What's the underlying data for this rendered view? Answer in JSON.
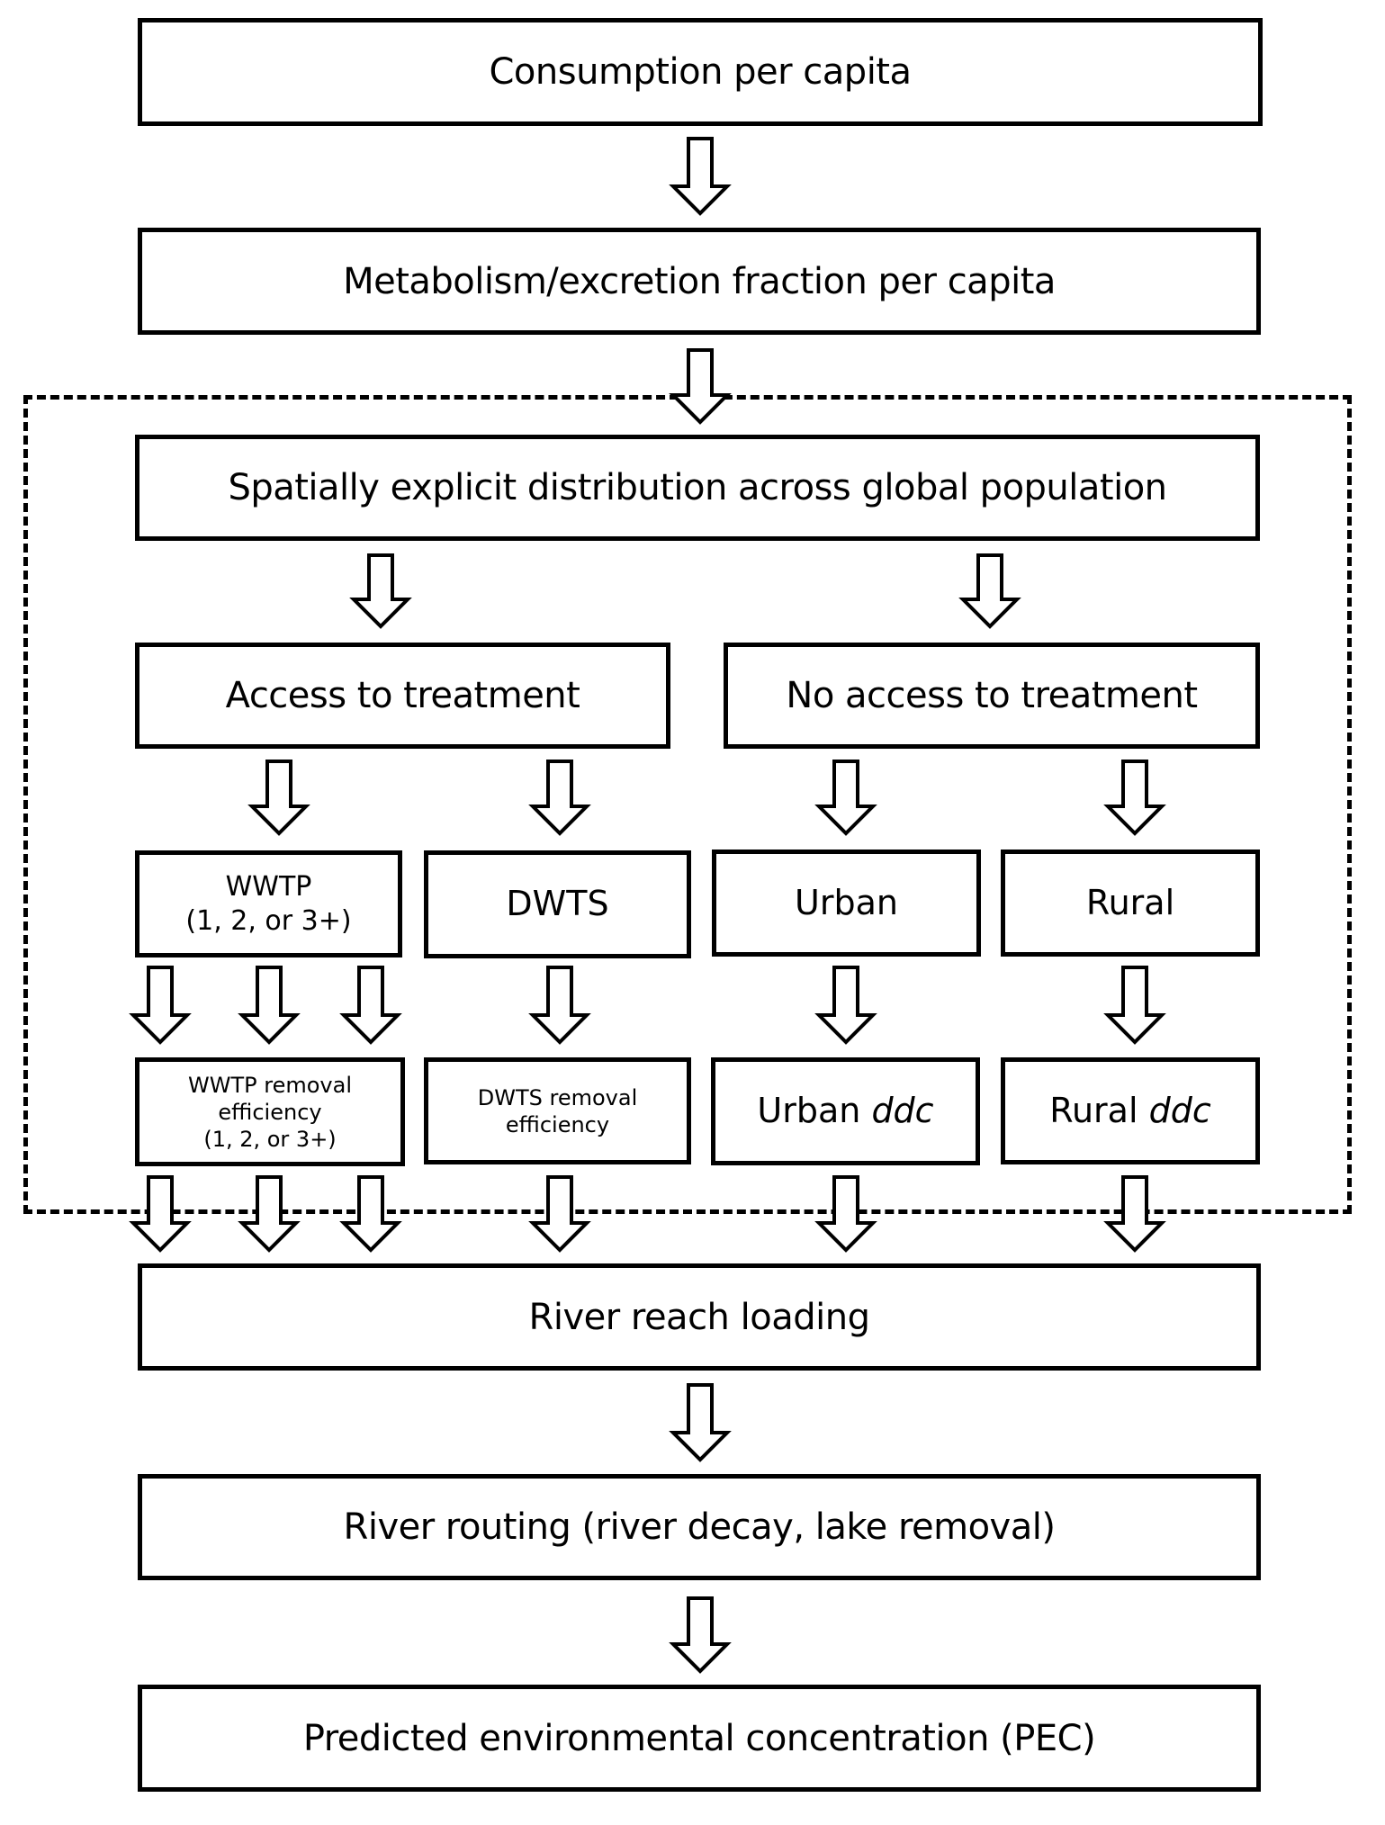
{
  "diagram": {
    "nodes": {
      "consumption": "Consumption per capita",
      "metabolism": "Metabolism/excretion fraction per capita",
      "spatial": "Spatially explicit distribution across global population",
      "access": "Access to treatment",
      "no_access": "No access to treatment",
      "wwtp_line1": "WWTP",
      "wwtp_line2": "(1, 2, or 3+)",
      "dwts": "DWTS",
      "urban": "Urban",
      "rural": "Rural",
      "wwtp_removal_line1": "WWTP removal",
      "wwtp_removal_line2": "efficiency",
      "wwtp_removal_line3": "(1, 2, or 3+)",
      "dwts_removal_line1": "DWTS removal",
      "dwts_removal_line2": "efficiency",
      "urban_ddc_prefix": "Urban",
      "urban_ddc_italic": "ddc",
      "rural_ddc_prefix": "Rural",
      "rural_ddc_italic": "ddc",
      "river_reach": "River reach loading",
      "river_routing": "River routing (river decay, lake removal)",
      "pec": "Predicted environmental concentration (PEC)"
    },
    "edges": [
      {
        "from": "consumption",
        "to": "metabolism"
      },
      {
        "from": "metabolism",
        "to": "spatial"
      },
      {
        "from": "spatial",
        "to": "access"
      },
      {
        "from": "spatial",
        "to": "no_access"
      },
      {
        "from": "access",
        "to": "wwtp"
      },
      {
        "from": "access",
        "to": "dwts"
      },
      {
        "from": "no_access",
        "to": "urban"
      },
      {
        "from": "no_access",
        "to": "rural"
      },
      {
        "from": "wwtp",
        "to": "wwtp_removal",
        "count": 3
      },
      {
        "from": "dwts",
        "to": "dwts_removal"
      },
      {
        "from": "urban",
        "to": "urban_ddc"
      },
      {
        "from": "rural",
        "to": "rural_ddc"
      },
      {
        "from": "wwtp_removal",
        "to": "river_reach",
        "count": 3
      },
      {
        "from": "dwts_removal",
        "to": "river_reach"
      },
      {
        "from": "urban_ddc",
        "to": "river_reach"
      },
      {
        "from": "rural_ddc",
        "to": "river_reach"
      },
      {
        "from": "river_reach",
        "to": "river_routing"
      },
      {
        "from": "river_routing",
        "to": "pec"
      }
    ],
    "group": {
      "style": "dashed",
      "contains": [
        "spatial",
        "access",
        "no_access",
        "wwtp",
        "dwts",
        "urban",
        "rural",
        "wwtp_removal",
        "dwts_removal",
        "urban_ddc",
        "rural_ddc"
      ]
    }
  }
}
